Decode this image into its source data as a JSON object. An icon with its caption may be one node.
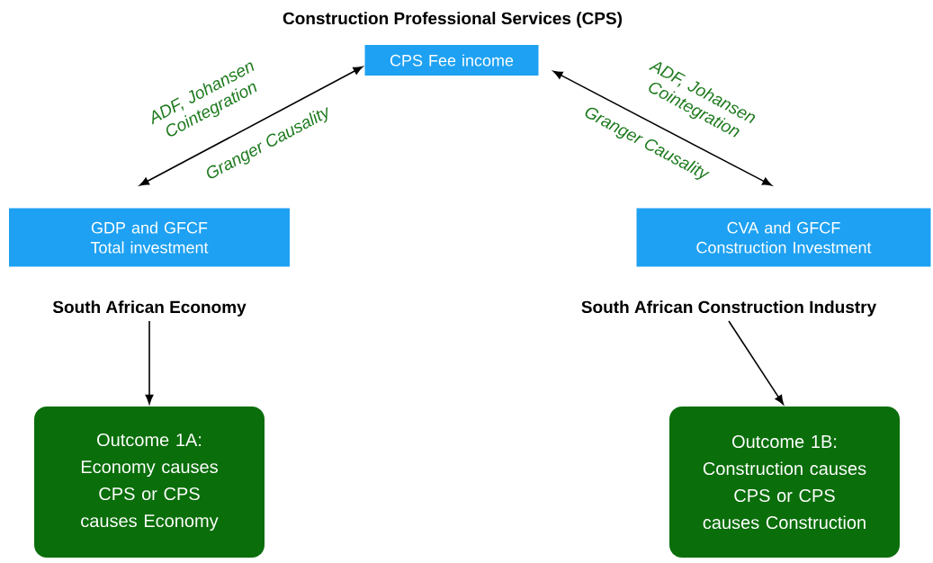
{
  "diagram": {
    "nodes": [
      {
        "text": [
          "Construction Professional Services (CPS)",
          "CPS Fee income"
        ]
      },
      {
        "text": [
          "GDP and GFCF Total investment",
          "South African Economy"
        ]
      },
      {
        "text": [
          "CVA and GFCF Construction Investment",
          "South African Construction Industry"
        ]
      },
      {
        "text": [
          "Outcome 1A: Economy causes CPS or CPS causes Economy"
        ]
      },
      {
        "text": [
          "Outcome 1B: Construction causes CPS or CPS causes Construction"
        ]
      }
    ],
    "edges": [
      {
        "from": 0,
        "to": 1,
        "arrow": "both",
        "label": "Granger Causality"
      },
      {
        "from": 0,
        "to": 2,
        "arrow": "both",
        "label": "Granger Causality"
      },
      {
        "from": 1,
        "to": 3,
        "arrow": "to"
      },
      {
        "from": 2,
        "to": 4,
        "arrow": "to"
      }
    ],
    "labels": [
      "ADF, Johansen Cointegration",
      "ADF, Johansen Cointegration"
    ]
  }
}
